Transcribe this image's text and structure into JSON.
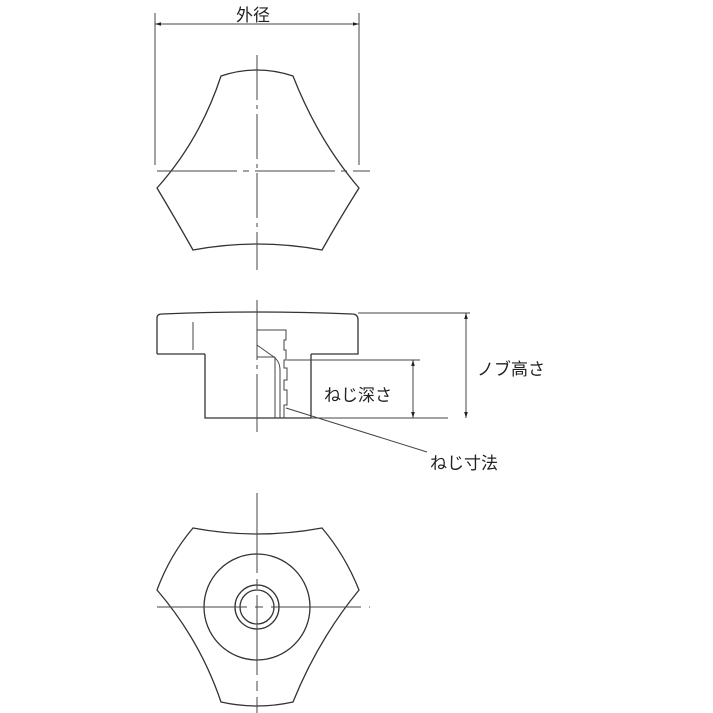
{
  "labels": {
    "outer_diameter": "外径",
    "knob_height": "ノブ高さ",
    "thread_depth": "ねじ深さ",
    "thread_size": "ねじ寸法"
  },
  "colors": {
    "line": "#333333",
    "background": "#ffffff"
  }
}
